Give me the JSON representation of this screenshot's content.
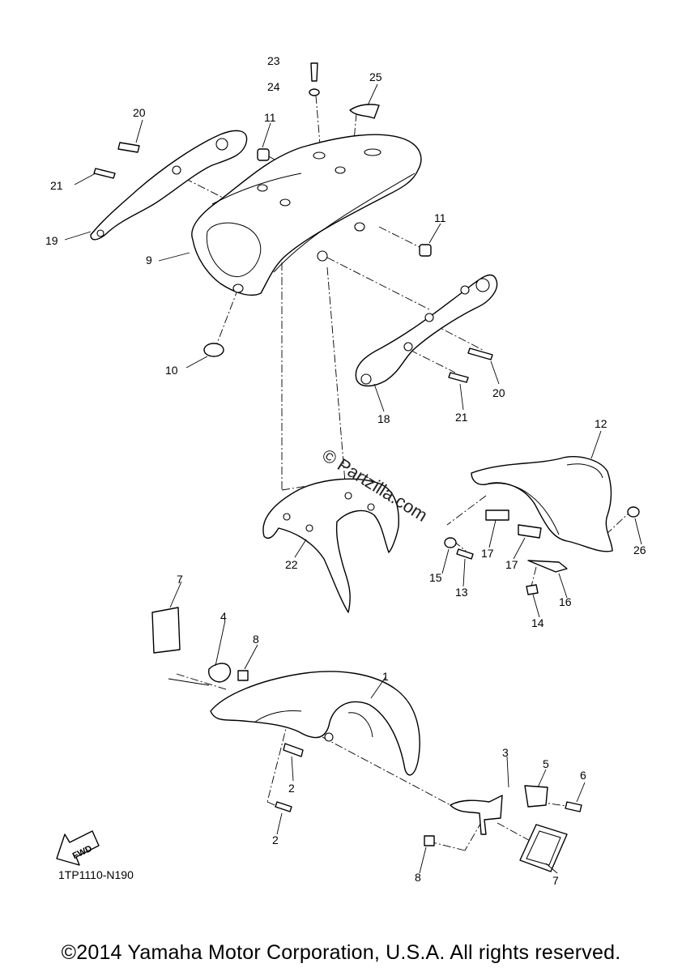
{
  "diagram": {
    "parts": [
      {
        "id": "1",
        "label": "1"
      },
      {
        "id": "2a",
        "label": "2"
      },
      {
        "id": "2b",
        "label": "2"
      },
      {
        "id": "3",
        "label": "3"
      },
      {
        "id": "4",
        "label": "4"
      },
      {
        "id": "5",
        "label": "5"
      },
      {
        "id": "6",
        "label": "6"
      },
      {
        "id": "7a",
        "label": "7"
      },
      {
        "id": "7b",
        "label": "7"
      },
      {
        "id": "8a",
        "label": "8"
      },
      {
        "id": "8b",
        "label": "8"
      },
      {
        "id": "9",
        "label": "9"
      },
      {
        "id": "10",
        "label": "10"
      },
      {
        "id": "11a",
        "label": "11"
      },
      {
        "id": "11b",
        "label": "11"
      },
      {
        "id": "12",
        "label": "12"
      },
      {
        "id": "13",
        "label": "13"
      },
      {
        "id": "14",
        "label": "14"
      },
      {
        "id": "15",
        "label": "15"
      },
      {
        "id": "16",
        "label": "16"
      },
      {
        "id": "17a",
        "label": "17"
      },
      {
        "id": "17b",
        "label": "17"
      },
      {
        "id": "18",
        "label": "18"
      },
      {
        "id": "19",
        "label": "19"
      },
      {
        "id": "20a",
        "label": "20"
      },
      {
        "id": "20b",
        "label": "20"
      },
      {
        "id": "21a",
        "label": "21"
      },
      {
        "id": "21b",
        "label": "21"
      },
      {
        "id": "22",
        "label": "22"
      },
      {
        "id": "23",
        "label": "23"
      },
      {
        "id": "24",
        "label": "24"
      },
      {
        "id": "25",
        "label": "25"
      },
      {
        "id": "26",
        "label": "26"
      }
    ],
    "fwd_label": "FWD",
    "watermark": "© Partzilla.com",
    "diagram_code": "1TP1110-N190"
  },
  "footer": {
    "copyright": "©2014 Yamaha Motor Corporation, U.S.A. All rights reserved."
  }
}
